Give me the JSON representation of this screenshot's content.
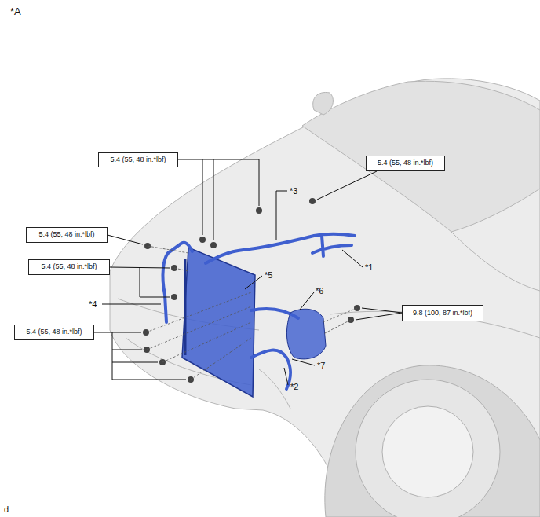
{
  "diagram": {
    "nodes": [
      {
        "text": [
          "5.4 (55, 48 in.*lbf)"
        ]
      },
      {
        "text": [
          "5.4 (55, 48 in.*lbf)"
        ]
      },
      {
        "text": [
          "5.4 (55, 48 in.*lbf)"
        ]
      },
      {
        "text": [
          "5.4 (55, 48 in.*lbf)"
        ]
      },
      {
        "text": [
          "9.8 (100, 87 in.*lbf)"
        ]
      },
      {
        "text": [
          "5.4 (55, 48 in.*lbf)"
        ]
      }
    ],
    "labels": [
      "*A",
      "*3",
      "*1",
      "*5",
      "*4",
      "*6",
      "*7",
      "*2",
      "d"
    ]
  }
}
